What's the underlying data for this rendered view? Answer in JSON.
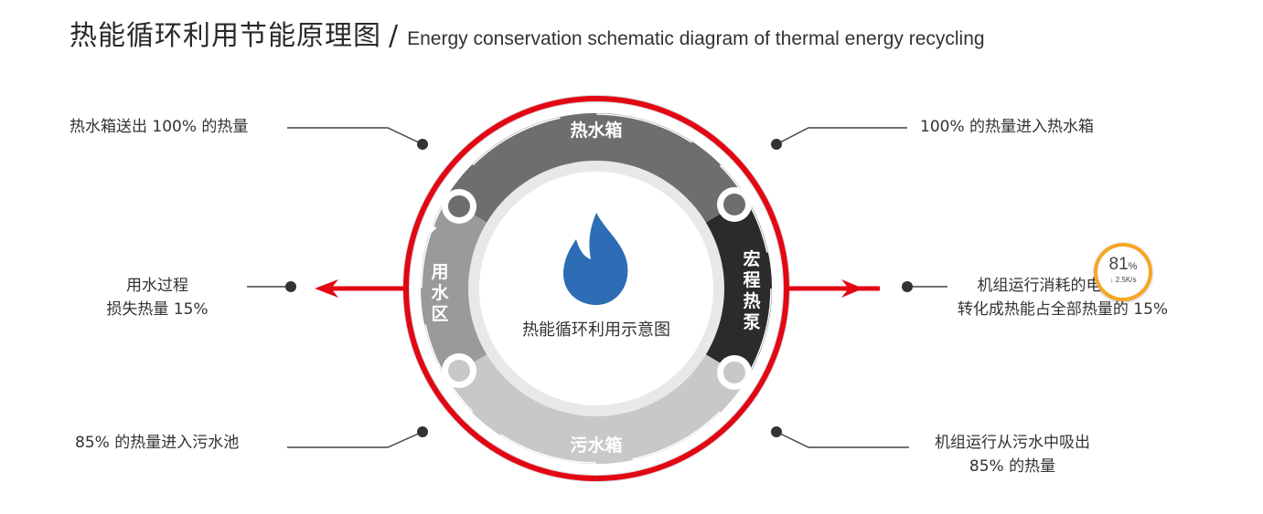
{
  "title": {
    "cn": "热能循环利用节能原理图",
    "separator": "/",
    "en": "Energy conservation schematic diagram of thermal energy recycling"
  },
  "diagram": {
    "center_label": "热能循环利用示意图",
    "center_icon": "flame-icon",
    "segments": {
      "top": "热水箱",
      "right": [
        "宏",
        "程",
        "热",
        "泵"
      ],
      "bottom": "污水箱",
      "left": [
        "用",
        "水",
        "区"
      ]
    },
    "colors": {
      "segment_top": "#6e6e6e",
      "segment_right": "#2b2b2b",
      "segment_bottom": "#c8c8c8",
      "segment_left": "#9a9a9a",
      "flow_line": "#e30613",
      "flame": "#2c6db5"
    }
  },
  "labels": {
    "top_left": "热水箱送出 100% 的热量",
    "top_right": "100% 的热量进入热水箱",
    "mid_left": [
      "用水过程",
      "损失热量 15%"
    ],
    "mid_right": [
      "机组运行消耗的电能全部",
      "转化成热能占全部热量的 15%"
    ],
    "bottom_left": "85% 的热量进入污水池",
    "bottom_right": [
      "机组运行从污水中吸出",
      "85% 的热量"
    ]
  },
  "speed_widget": {
    "percent": "81",
    "percent_sign": "%",
    "arrow": "↓",
    "rate": "2.5K/s"
  }
}
